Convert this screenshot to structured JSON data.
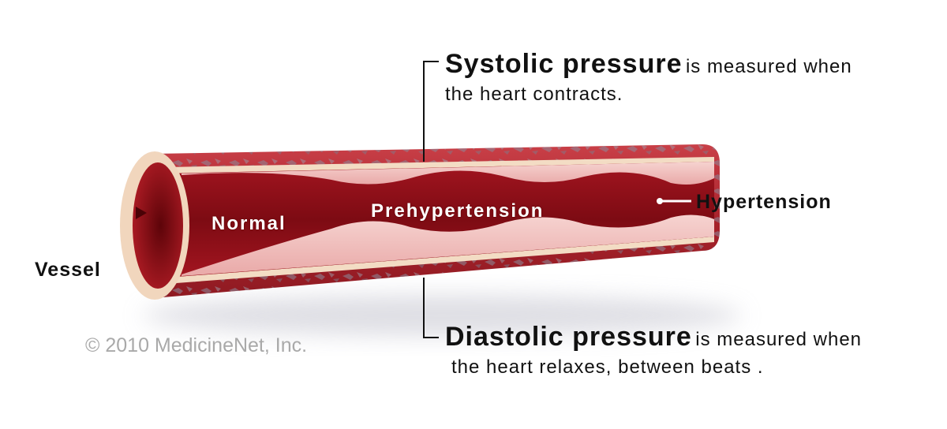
{
  "labels": {
    "vessel": "Vessel",
    "normal": "Normal",
    "prehypertension": "Prehypertension",
    "hypertension": "Hypertension"
  },
  "systolic": {
    "title": "Systolic pressure",
    "rest": "is measured when",
    "line2": "the heart contracts."
  },
  "diastolic": {
    "title": "Diastolic pressure",
    "rest": "is measured when",
    "line2": "the heart relaxes, between beats ."
  },
  "copyright": "© 2010 MedicineNet, Inc.",
  "colors": {
    "vessel_outer": "#b3272d",
    "vessel_lining": "#f2d9c0",
    "lumen": "#8e0f17",
    "plaque": "#f0c2c0",
    "text": "#111111",
    "copyright": "#a9a9a9"
  }
}
